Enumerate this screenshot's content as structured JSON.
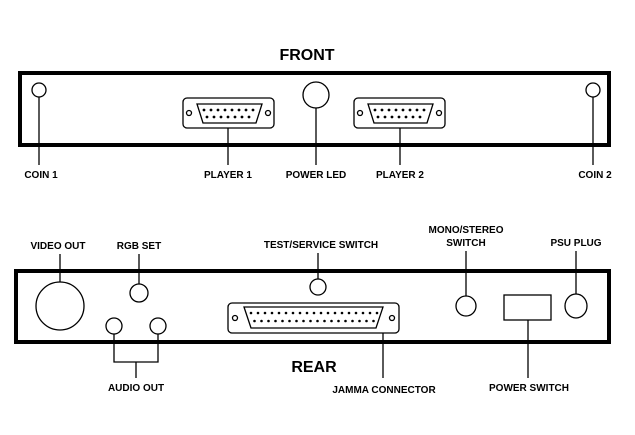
{
  "front": {
    "title": "FRONT",
    "labels": {
      "coin1": "COIN 1",
      "player1": "PLAYER 1",
      "power_led": "POWER LED",
      "player2": "PLAYER 2",
      "coin2": "COIN 2"
    }
  },
  "rear": {
    "title": "REAR",
    "labels": {
      "video_out": "VIDEO OUT",
      "rgb_set": "RGB SET",
      "test_service_switch": "TEST/SERVICE SWITCH",
      "mono_stereo_switch_line1": "MONO/STEREO",
      "mono_stereo_switch_line2": "SWITCH",
      "psu_plug": "PSU PLUG",
      "audio_out": "AUDIO OUT",
      "jamma_connector": "JAMMA CONNECTOR",
      "power_switch": "POWER SWITCH"
    }
  }
}
